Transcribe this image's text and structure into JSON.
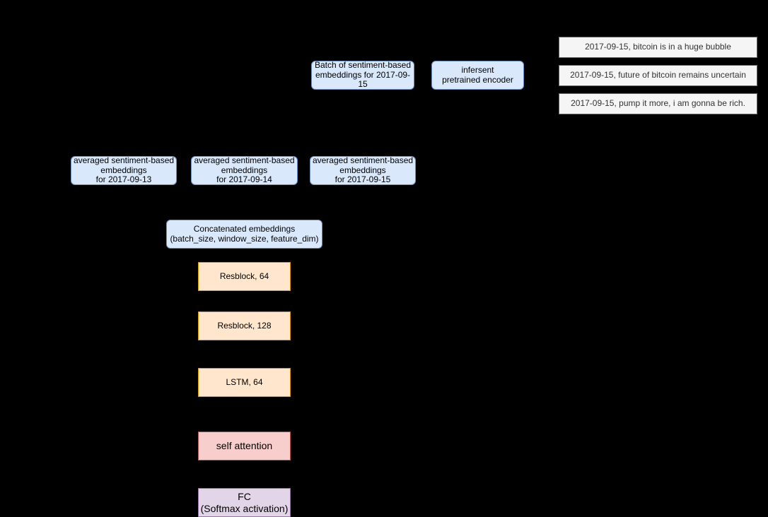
{
  "sentences": [
    "2017-09-15, bitcoin is in a huge bubble",
    "2017-09-15, future of bitcoin remains uncertain",
    "2017-09-15, pump it more, i am gonna be rich."
  ],
  "encoder": {
    "label": "infersent\npretrained encoder"
  },
  "batch": {
    "label": "Batch of sentiment-based embeddings for 2017-09-15"
  },
  "averaged": [
    "averaged sentiment-based embeddings\nfor 2017-09-13",
    "averaged sentiment-based embeddings\nfor 2017-09-14",
    "averaged sentiment-based embeddings\nfor 2017-09-15"
  ],
  "concat": {
    "label": "Concatenated embeddings\n(batch_size, window_size, feature_dim)"
  },
  "layers": {
    "resblock64": "Resblock, 64",
    "resblock128": "Resblock, 128",
    "lstm": "LSTM, 64",
    "attention": "self attention",
    "fc": "FC\n(Softmax activation)"
  },
  "colors": {
    "background": "#000000",
    "blue_fill": "#dae8fc",
    "blue_stroke": "#6c8ebf",
    "gray_fill": "#f5f5f5",
    "gray_stroke": "#666666",
    "orange_fill": "#ffe6cc",
    "orange_stroke": "#d79b00",
    "red_fill": "#f8cecc",
    "red_stroke": "#b85450",
    "purple_fill": "#e1d5e7",
    "purple_stroke": "#9673a6"
  }
}
